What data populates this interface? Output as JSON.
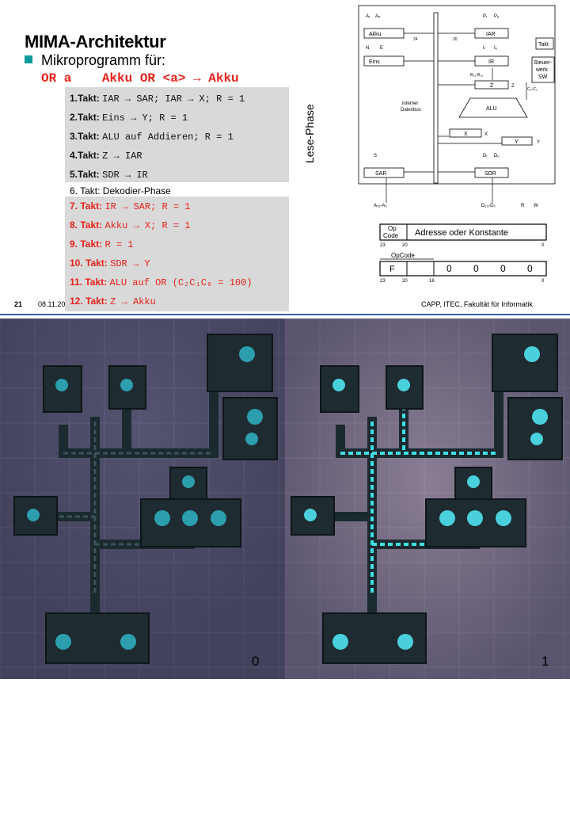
{
  "slide": {
    "title": "MIMA-Architektur",
    "bullet": "Mikroprogramm für:",
    "instruction": "OR a    Akku OR <a> → Akku",
    "side_label": "Lese-Phase",
    "fetch_steps": [
      {
        "label": "1.Takt:",
        "cmd": "IAR → SAR; IAR → X; R = 1"
      },
      {
        "label": "2.Takt:",
        "cmd": "Eins → Y; R = 1"
      },
      {
        "label": "3.Takt:",
        "cmd": "ALU auf Addieren; R = 1"
      },
      {
        "label": "4.Takt:",
        "cmd": "Z → IAR"
      },
      {
        "label": "5.Takt:",
        "cmd": "SDR → IR"
      }
    ],
    "decode_step": "6. Takt: Dekodier-Phase",
    "exec_steps": [
      {
        "label": "7. Takt:",
        "cmd": "IR → SAR; R = 1"
      },
      {
        "label": "8. Takt:",
        "cmd": "Akku → X; R = 1"
      },
      {
        "label": "9. Takt:",
        "cmd": "R = 1"
      },
      {
        "label": "10. Takt:",
        "cmd": "SDR → Y"
      },
      {
        "label": "11. Takt:",
        "cmd": "ALU auf OR (C₂C₁C₀ = 100)"
      },
      {
        "label": "12. Takt:",
        "cmd": "Z → Akku"
      }
    ],
    "footer": {
      "page": "21",
      "date": "08.11.20",
      "right": "CAPP, ITEC, Fakultät für Informatik"
    },
    "diagram": {
      "registers": [
        "Akku",
        "IAR",
        "Eins",
        "IR",
        "Z",
        "ALU",
        "X",
        "Y",
        "SAR",
        "SDR"
      ],
      "control_unit": [
        "Steuer-",
        "werk",
        "SW"
      ],
      "clock": "Takt",
      "bus_label": [
        "interner",
        "Datenbus"
      ],
      "bus_width": "24",
      "addr_width": "20",
      "signals": [
        "Aᵣ",
        "Aₑ",
        "Pᵣ",
        "Pₑ",
        "N",
        "E",
        "Iᵣ",
        "Iₑ",
        "Z",
        "X",
        "Y",
        "S",
        "Dᵣ",
        "Dₑ",
        "R",
        "W"
      ],
      "opcode_bits": "B₂₃-B₁₆",
      "alu_ctrl": "C₂-C₀",
      "addr_bus": "A₁₉-A₀",
      "data_bus": "D₂₃-D₀"
    },
    "format1": {
      "op": [
        "Op",
        "Code"
      ],
      "field": "Adresse oder Konstante",
      "bits": [
        "23",
        "20",
        "0"
      ]
    },
    "format2": {
      "header": "OpCode",
      "op": "F",
      "zeros": [
        "0",
        "0",
        "0",
        "0"
      ],
      "bits": [
        "23",
        "20",
        "16",
        "0"
      ]
    }
  },
  "screens": [
    {
      "label": "0",
      "bg": "#4a4964"
    },
    {
      "label": "1",
      "bg": "#6e6580"
    }
  ],
  "colors": {
    "accent_red": "#e8211a",
    "bullet": "#0d9a9a",
    "footer_line": "#3a5fa8",
    "panel_grey": "#d9d9d9"
  }
}
